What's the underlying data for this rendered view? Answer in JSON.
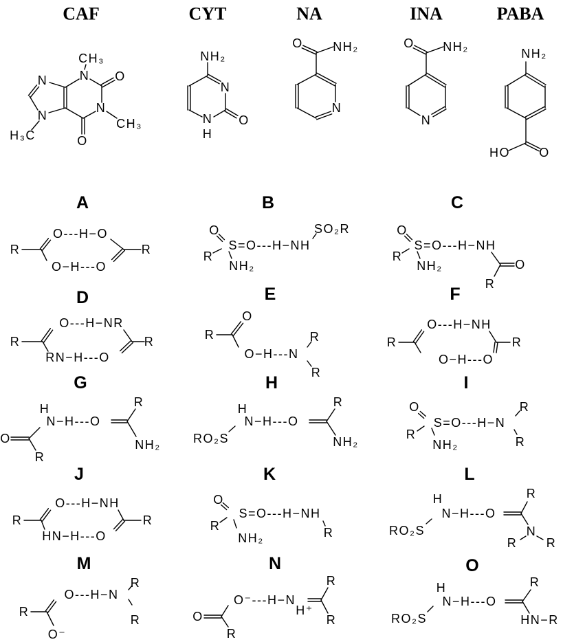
{
  "compounds": [
    {
      "name": "CAF",
      "atoms": [
        "CH₃",
        "N",
        "O",
        "N",
        "N",
        "CH₃",
        "N",
        "H₃C",
        "O"
      ]
    },
    {
      "name": "CYT",
      "atoms": [
        "NH₂",
        "N",
        "O",
        "N",
        "H"
      ]
    },
    {
      "name": "NA",
      "atoms": [
        "O",
        "NH₂",
        "N"
      ]
    },
    {
      "name": "INA",
      "atoms": [
        "O",
        "NH₂",
        "N"
      ]
    },
    {
      "name": "PABA",
      "atoms": [
        "NH₂",
        "HO",
        "O"
      ]
    }
  ],
  "motifs": [
    {
      "label": "A",
      "atoms": [
        "R",
        "O---H−O",
        "O−H---O",
        "R"
      ]
    },
    {
      "label": "B",
      "atoms": [
        "O",
        "S=O---H−NH",
        "R",
        "NH₂",
        "SO₂R"
      ]
    },
    {
      "label": "C",
      "atoms": [
        "O",
        "S=O---H−NH",
        "R",
        "NH₂",
        "O",
        "R"
      ]
    },
    {
      "label": "D",
      "atoms": [
        "R",
        "O---H−NR",
        "R",
        "RN−H---O"
      ]
    },
    {
      "label": "E",
      "atoms": [
        "O",
        "R",
        "O−H---N",
        "R",
        "R"
      ]
    },
    {
      "label": "F",
      "atoms": [
        "O---H−NH",
        "R",
        "R",
        "O−H---O"
      ]
    },
    {
      "label": "G",
      "atoms": [
        "H",
        "N−H---O",
        "O",
        "R",
        "R",
        "NH₂"
      ]
    },
    {
      "label": "H",
      "atoms": [
        "H",
        "N−H---O",
        "RO₂S",
        "R",
        "NH₂"
      ]
    },
    {
      "label": "I",
      "atoms": [
        "O",
        "S=O---H−N",
        "R",
        "NH₂",
        "R",
        "R"
      ]
    },
    {
      "label": "J",
      "atoms": [
        "O---H−NH",
        "R",
        "HN−H---O",
        "R"
      ]
    },
    {
      "label": "K",
      "atoms": [
        "O",
        "S=O---H−NH",
        "R",
        "NH₂",
        "R"
      ]
    },
    {
      "label": "L",
      "atoms": [
        "H",
        "N−H---O",
        "RO₂S",
        "R",
        "N",
        "R",
        "R"
      ]
    },
    {
      "label": "M",
      "atoms": [
        "R",
        "O---H−N",
        "R",
        "R",
        "O⁻"
      ]
    },
    {
      "label": "N",
      "atoms": [
        "O⁻---H−N",
        "O",
        "R",
        "H⁺",
        "R",
        "R"
      ]
    },
    {
      "label": "O",
      "atoms": [
        "H",
        "N−H---O",
        "RO₂S",
        "R",
        "HN−R"
      ]
    }
  ]
}
